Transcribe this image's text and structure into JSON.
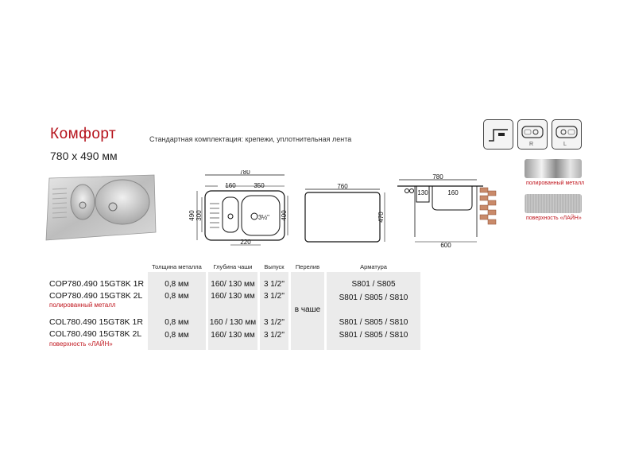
{
  "header": {
    "title": "Комфорт",
    "size": "780 x 490 мм",
    "standard": "Стандартная комплектация: крепежи, уплотнительная лента"
  },
  "mount_icons": [
    {
      "name": "inset-mount-icon",
      "label": ""
    },
    {
      "name": "bowl-right-icon",
      "label": "R"
    },
    {
      "name": "bowl-left-icon",
      "label": "L"
    }
  ],
  "materials": {
    "polished": "полированный металл",
    "line": "поверхность «ЛАЙН»"
  },
  "drawings": {
    "top": {
      "overall": "780",
      "a": "160",
      "b": "350",
      "height": "490",
      "inner": "300",
      "right_h": "400",
      "bottom": "220",
      "drain": "3½\""
    },
    "cutout": {
      "width": "760",
      "height": "470"
    },
    "side": {
      "overall": "780",
      "a": "130",
      "b": "160",
      "bottom": "600"
    }
  },
  "table": {
    "headers": [
      "Толщина металла",
      "Глубина чаши",
      "Выпуск",
      "Перелив",
      "Арматура"
    ],
    "overflow": "в чаше",
    "rows": [
      {
        "model": "COP780.490 15GT8K 1R",
        "sub": "",
        "thickness": "0,8 мм",
        "depth": "160/ 130 мм",
        "outlet": "3 1/2''",
        "fittings": "S801 / S805"
      },
      {
        "model": "COP780.490 15GT8K 2L",
        "sub": "полированный металл",
        "thickness": "0,8 мм",
        "depth": "160/ 130 мм",
        "outlet": "3 1/2''",
        "fittings": "S801 / S805 / S810"
      },
      {
        "model": "COL780.490 15GT8K 1R",
        "sub": "",
        "thickness": "0,8 мм",
        "depth": "160 / 130 мм",
        "outlet": "3 1/2''",
        "fittings": "S801 / S805 / S810"
      },
      {
        "model": "COL780.490 15GT8K 2L",
        "sub": "поверхность «ЛАЙН»",
        "thickness": "0,8 мм",
        "depth": "160/ 130 мм",
        "outlet": "3 1/2''",
        "fittings": "S801 / S805 / S810"
      }
    ]
  }
}
